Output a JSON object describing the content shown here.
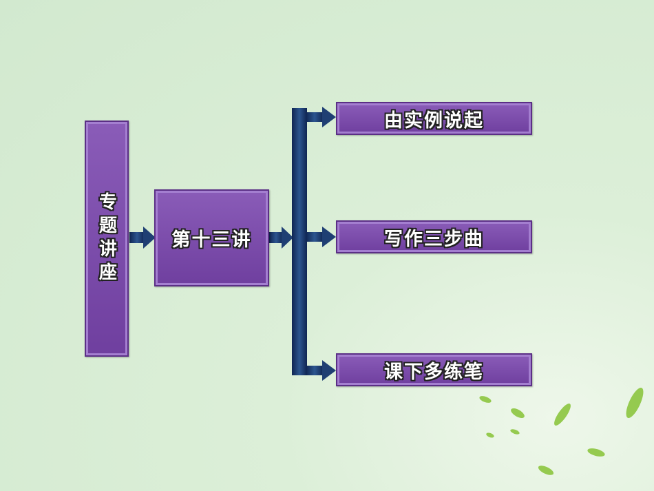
{
  "diagram": {
    "root": "专题讲座",
    "lecture": "第十三讲",
    "branches": [
      "由实例说起",
      "写作三步曲",
      "课下多练笔"
    ]
  },
  "colors": {
    "background": "#d5ecd2",
    "box_fill": "#7a4aab",
    "box_border": "#5b2f86",
    "arrow": "#1f3f73",
    "leaf": "#8cc63f"
  },
  "icons": [
    "arrow-right-icon",
    "leaf-decoration"
  ]
}
